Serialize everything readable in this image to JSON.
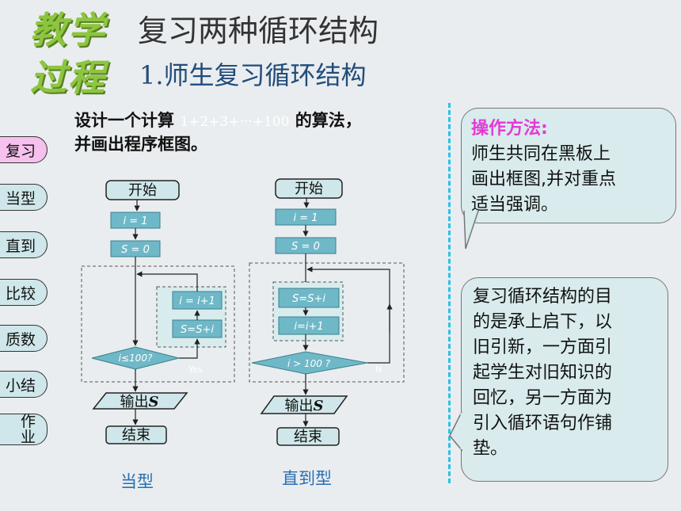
{
  "header": {
    "brand_line1": "教学",
    "brand_line2": "过程",
    "title": "复习两种循环结构",
    "subtitle": "1.师生复习循环结构"
  },
  "sidebar": {
    "items": [
      {
        "label": "复习",
        "active": true
      },
      {
        "label": "当型"
      },
      {
        "label": "直到"
      },
      {
        "label": "比较"
      },
      {
        "label": "质数"
      },
      {
        "label": "小结"
      },
      {
        "label_top": "作",
        "label_bottom": "业"
      }
    ]
  },
  "question": {
    "part1": "设计一个计算",
    "formula": "1+2+3+···+100",
    "part2": "的算法，",
    "line2": "并画出程序框图。"
  },
  "flow_left": {
    "start": "开始",
    "init_i": "i = 1",
    "init_s": "S = 0",
    "step_i": "i = i+1",
    "step_s": "S=S+i",
    "cond": "i≤100?",
    "yes": "Yes",
    "output_prefix": "输出",
    "output_var": "S",
    "end": "结束",
    "caption": "当型"
  },
  "flow_right": {
    "start": "开始",
    "init_i": "i = 1",
    "init_s": "S = 0",
    "step_s": "S=S+i",
    "step_i": "i=i+1",
    "cond": "i > 100 ?",
    "no": "N",
    "output_prefix": "输出",
    "output_var": "S",
    "end": "结束",
    "caption": "直到型"
  },
  "callout_top": {
    "head": "操作方法:",
    "body": [
      "师生共同在黑板上",
      "画出框图,并对重点",
      "适当强调。"
    ]
  },
  "callout_bottom": {
    "body": [
      "复习循环结构的目",
      "的是承上启下，以",
      "旧引新，一方面引",
      "起学生对旧知识的",
      "回忆，另一方面为",
      "引入循环语句作铺",
      "垫。"
    ]
  },
  "colors": {
    "brand": "#8cc63f",
    "box_fill": "#cfe7ea",
    "active_pill": "#f6c1ee",
    "accent_pink": "#e33ad6",
    "divider": "#2bc1e8"
  }
}
